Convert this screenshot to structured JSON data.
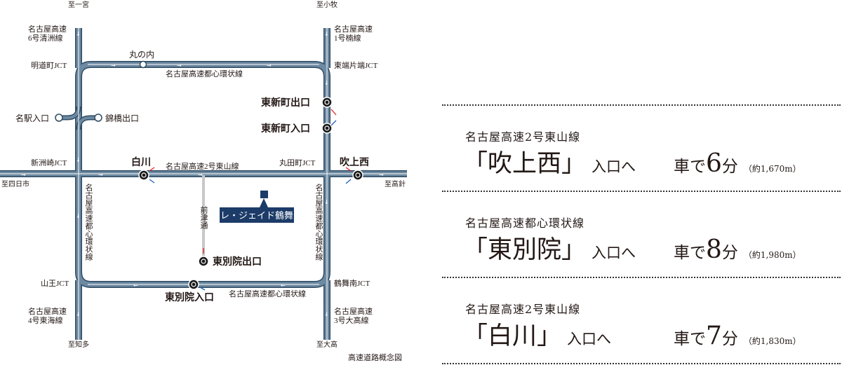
{
  "map": {
    "caption": "高速道路概念図",
    "colors": {
      "road": "#5f7d95",
      "road_border": "#2f4b63",
      "station_fill": "#1a1a1a",
      "bldg": "#1c3b68",
      "arrow_red": "#e02020",
      "arrow_blue": "#2060c0"
    },
    "edge_labels": {
      "top_left": "至一宮",
      "top_right": "至小牧",
      "left": "至四日市",
      "right": "至高針",
      "bottom_left": "至知多",
      "bottom_right": "至大高"
    },
    "jct_labels": {
      "meidocho": "明道町JCT",
      "higashikataha": "東端片端JCT",
      "shinsuzaki": "新洲崎JCT",
      "marutacho": "丸田町JCT",
      "sannou": "山王JCT",
      "tsurumaiminami": "鶴舞南JCT"
    },
    "route_labels": {
      "r6": "名古屋高速\n6号清洲線",
      "r1": "名古屋高速\n1号楠線",
      "loop_top": "名古屋高速都心環状線",
      "loop_bottom": "名古屋高速都心環状線",
      "r2": "名古屋高速2号東山線",
      "loop_left": "名古屋高速都心環状線",
      "loop_right": "名古屋高速都心環状線",
      "r4": "名古屋高速\n4号東海線",
      "r3": "名古屋高速\n3号大高線",
      "maezu": "前津通"
    },
    "station_labels": {
      "marunouchi": "丸の内",
      "meieki": "名駅入口",
      "nishiki": "錦橋出口",
      "higashishinmachi_exit": "東新町出口",
      "higashishinmachi_entry": "東新町入口",
      "shirakawa": "白川",
      "fukiagenishi": "吹上西",
      "higashibetsuin_exit": "東別院出口",
      "higashibetsuin_entry": "東別院入口"
    },
    "property_label": "レ・ジェイド鶴舞"
  },
  "routes": [
    {
      "route": "名古屋高速2号東山線",
      "dest": "「吹上西」",
      "suffix": "入口へ",
      "time_prefix": "車で",
      "minutes": "6",
      "unit": "分",
      "distance": "（約1,670m）"
    },
    {
      "route": "名古屋高速都心環状線",
      "dest": "「東別院」",
      "suffix": "入口へ",
      "time_prefix": "車で",
      "minutes": "8",
      "unit": "分",
      "distance": "（約1,980m）"
    },
    {
      "route": "名古屋高速2号東山線",
      "dest": "「白川」",
      "suffix": "入口へ",
      "time_prefix": "車で",
      "minutes": "7",
      "unit": "分",
      "distance": "（約1,830m）"
    }
  ]
}
